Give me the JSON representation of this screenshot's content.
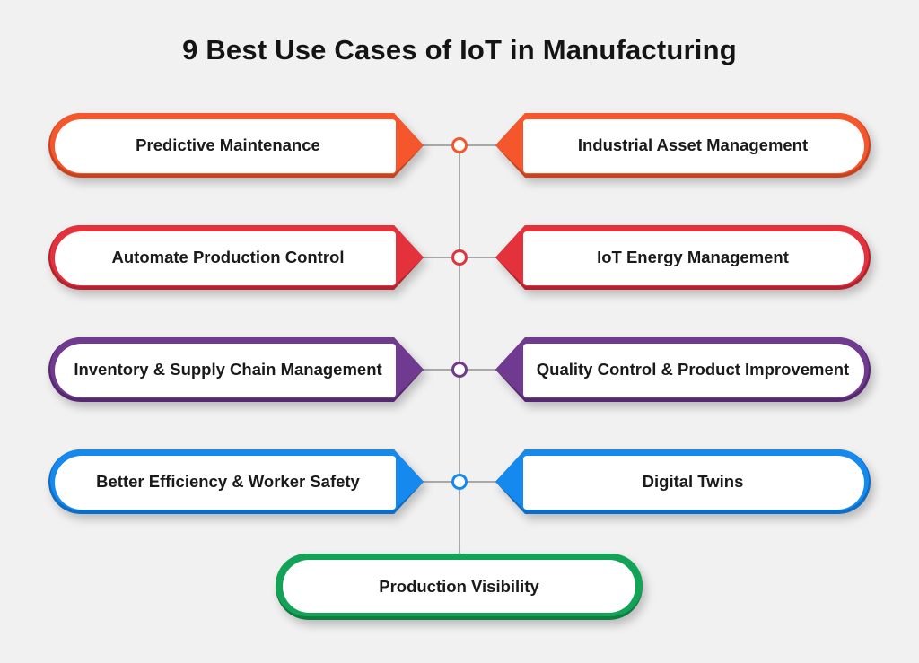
{
  "title": "9 Best Use Cases of IoT in Manufacturing",
  "colors": {
    "background": "#f1f1f1",
    "connector": "#a8a8a8",
    "orange": "#f4572b",
    "orange_dark": "#c9421f",
    "red": "#e4323d",
    "red_dark": "#b3232d",
    "purple": "#6f3a8f",
    "purple_dark": "#56296f",
    "blue": "#1689ef",
    "blue_dark": "#0e6cc2",
    "green": "#13a356",
    "green_dark": "#0c7c41"
  },
  "rows": [
    {
      "left": "Predictive Maintenance",
      "right": "Industrial Asset Management",
      "color": "orange"
    },
    {
      "left": "Automate Production Control",
      "right": "IoT Energy Management",
      "color": "red"
    },
    {
      "left": "Inventory & Supply Chain Management",
      "right": "Quality Control & Product Improvement",
      "color": "purple"
    },
    {
      "left": "Better Efficiency & Worker Safety",
      "right": "Digital Twins",
      "color": "blue"
    }
  ],
  "bottom": {
    "label": "Production Visibility",
    "color": "green"
  }
}
